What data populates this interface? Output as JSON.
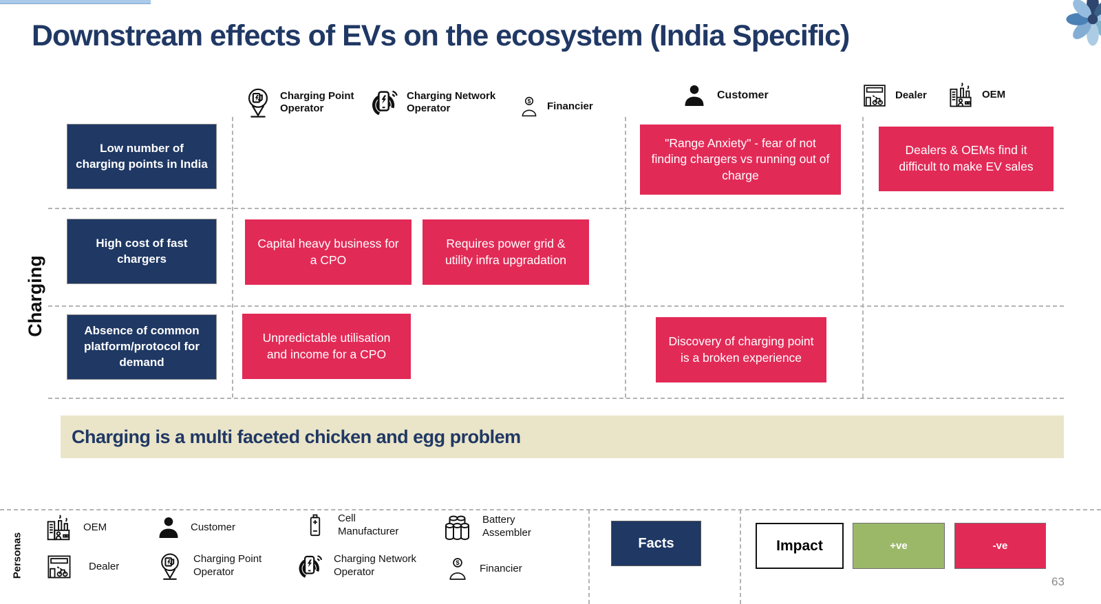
{
  "title": "Downstream effects of EVs on the ecosystem (India Specific)",
  "page_number": "63",
  "colors": {
    "navy": "#1f3864",
    "pink": "#e22a57",
    "beige": "#eae5c9",
    "green": "#9bb869",
    "dash_gray": "#b3b3b3",
    "topbar_blue": "#a9cbe9"
  },
  "matrix": {
    "row_group_label": "Charging",
    "headers": [
      {
        "label": "Charging Point Operator",
        "icon": "charging-point-operator-icon"
      },
      {
        "label": "Charging Network Operator",
        "icon": "charging-network-operator-icon"
      },
      {
        "label": "Financier",
        "icon": "financier-icon"
      },
      {
        "label": "Customer",
        "icon": "customer-icon"
      },
      {
        "label": "Dealer",
        "icon": "dealer-icon"
      },
      {
        "label": "OEM",
        "icon": "oem-icon"
      }
    ],
    "facts": [
      "Low number of charging points in India",
      "High cost of fast chargers",
      "Absence of common platform/protocol for demand"
    ],
    "impacts": {
      "range_anxiety": "\"Range Anxiety\" - fear of not finding chargers vs running out of charge",
      "dealer_sales": "Dealers & OEMs find it difficult to make EV sales",
      "capital_heavy": "Capital heavy business for a CPO",
      "power_grid": "Requires power grid & utility infra upgradation",
      "unpredictable": "Unpredictable utilisation and income for a CPO",
      "discovery": "Discovery of charging point is a broken experience"
    },
    "banner": "Charging is a multi faceted chicken and egg problem"
  },
  "legend": {
    "group_label": "Personas",
    "items": [
      {
        "label": "OEM",
        "icon": "oem-icon"
      },
      {
        "label": "Customer",
        "icon": "customer-icon"
      },
      {
        "label": "Cell Manufacturer",
        "icon": "cell-manufacturer-icon"
      },
      {
        "label": "Battery Assembler",
        "icon": "battery-assembler-icon"
      },
      {
        "label": "Dealer",
        "icon": "dealer-icon"
      },
      {
        "label": "Charging Point Operator",
        "icon": "charging-point-operator-icon"
      },
      {
        "label": "Charging Network Operator",
        "icon": "charging-network-operator-icon"
      },
      {
        "label": "Financier",
        "icon": "financier-icon"
      }
    ],
    "facts_label": "Facts",
    "impact_label": "Impact",
    "positive_label": "+ve",
    "negative_label": "-ve"
  }
}
